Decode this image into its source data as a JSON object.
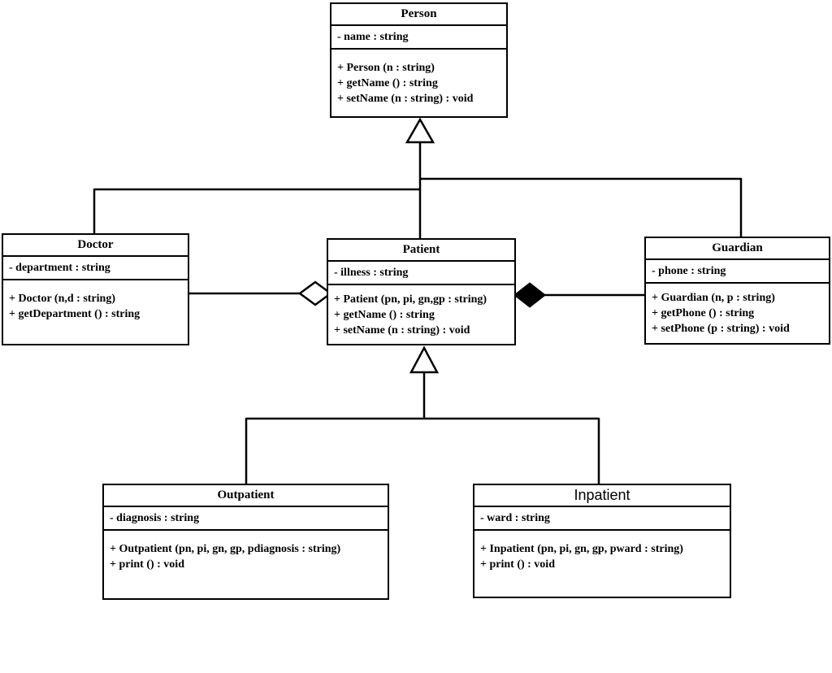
{
  "diagram": {
    "kind": "uml-class-diagram",
    "background_color": "#ffffff",
    "line_color": "#000000"
  },
  "classes": {
    "person": {
      "name": "Person",
      "attributes": [
        "- name : string"
      ],
      "methods": [
        "+ Person (n : string)",
        "+ getName () : string",
        "+ setName (n : string) : void"
      ]
    },
    "doctor": {
      "name": "Doctor",
      "attributes": [
        "- department : string"
      ],
      "methods": [
        "+ Doctor (n,d : string)",
        "+ getDepartment () : string"
      ]
    },
    "patient": {
      "name": "Patient",
      "attributes": [
        "- illness : string"
      ],
      "methods": [
        "+ Patient (pn, pi, gn,gp : string)",
        "+ getName () : string",
        "+ setName (n : string) : void"
      ]
    },
    "guardian": {
      "name": "Guardian",
      "attributes": [
        "- phone : string"
      ],
      "methods": [
        "+ Guardian (n, p : string)",
        "+ getPhone () : string",
        "+ setPhone (p : string) : void"
      ]
    },
    "outpatient": {
      "name": "Outpatient",
      "attributes": [
        "- diagnosis : string"
      ],
      "methods": [
        "+ Outpatient (pn, pi, gn, gp, pdiagnosis : string)",
        "+ print () : void"
      ]
    },
    "inpatient": {
      "name": "Inpatient",
      "attributes": [
        "- ward : string"
      ],
      "methods": [
        "+ Inpatient (pn, pi, gn, gp, pward : string)",
        "+ print () : void"
      ]
    }
  },
  "relationships": [
    {
      "from": "Doctor",
      "to": "Person",
      "type": "generalization",
      "symbol": "hollow-triangle"
    },
    {
      "from": "Patient",
      "to": "Person",
      "type": "generalization",
      "symbol": "hollow-triangle"
    },
    {
      "from": "Guardian",
      "to": "Person",
      "type": "generalization",
      "symbol": "hollow-triangle"
    },
    {
      "from": "Outpatient",
      "to": "Patient",
      "type": "generalization",
      "symbol": "hollow-triangle"
    },
    {
      "from": "Inpatient",
      "to": "Patient",
      "type": "generalization",
      "symbol": "hollow-triangle"
    },
    {
      "from": "Doctor",
      "to": "Patient",
      "type": "aggregation",
      "symbol": "hollow-diamond"
    },
    {
      "from": "Patient",
      "to": "Guardian",
      "type": "composition",
      "symbol": "filled-diamond"
    }
  ]
}
